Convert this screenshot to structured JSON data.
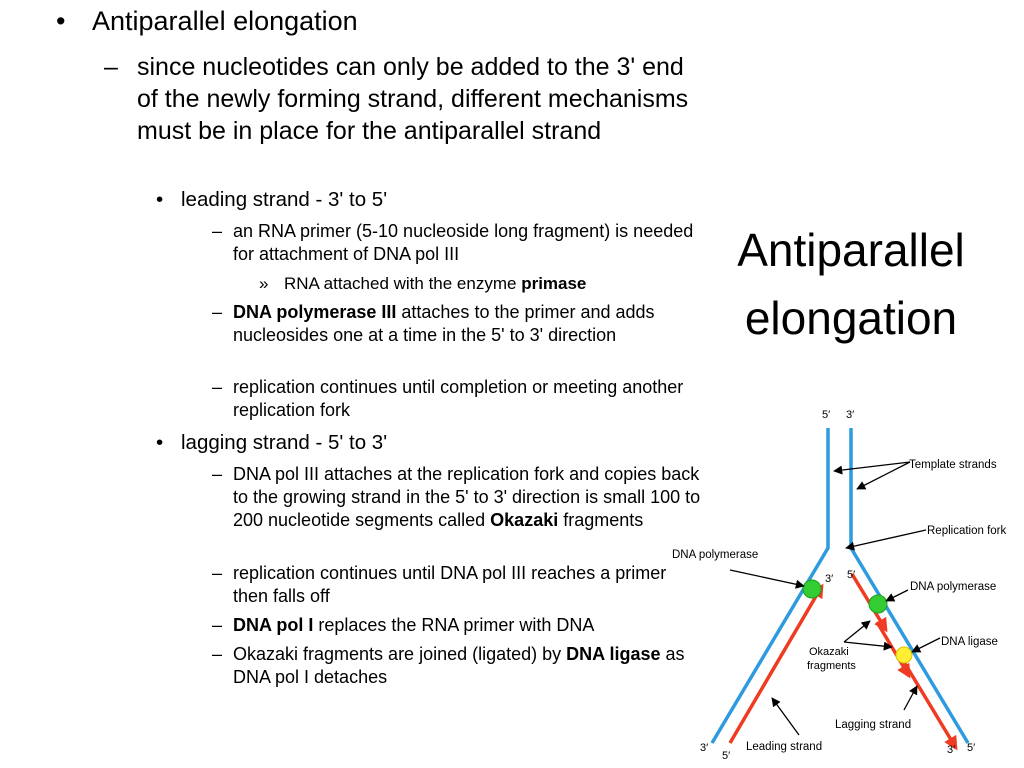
{
  "slide": {
    "title": "Antiparallel elongation",
    "bullets": {
      "b1": "Antiparallel elongation",
      "b2": "since nucleotides can only be added to the 3' end of the newly forming strand, different mechanisms must be in place for the antiparallel strand",
      "b3": "leading strand - 3' to 5'",
      "b4": "an RNA primer (5-10 nucleoside long fragment) is needed for attachment of DNA pol III",
      "b5_pre": "RNA attached with the enzyme ",
      "b5_bold": "primase",
      "b6_bold": "DNA polymerase III",
      "b6_post": " attaches to the primer and adds nucleosides one at a time in the 5' to 3' direction",
      "b7": "replication continues until completion or meeting another replication fork",
      "b8": "lagging strand - 5' to 3'",
      "b9_pre": "DNA pol III attaches at the replication fork and copies back to the growing strand in the 5' to 3' direction is small 100 to 200 nucleotide segments called ",
      "b9_bold": "Okazaki",
      "b9_post": " fragments",
      "b10": "replication continues until DNA pol III reaches a primer then falls off",
      "b11_bold": "DNA pol I",
      "b11_post": " replaces the RNA primer with DNA",
      "b12_pre": "Okazaki fragments are joined (ligated) by ",
      "b12_bold": "DNA ligase",
      "b12_post": " as DNA pol I detaches"
    },
    "markers": {
      "bullet": "•",
      "dash": "–",
      "raquo": "»"
    }
  },
  "diagram": {
    "top_left_end": "5′",
    "top_right_end": "3′",
    "label_template": "Template strands",
    "label_fork": "Replication fork",
    "label_polymerase_left": "DNA polymerase",
    "label_polymerase_right": "DNA polymerase",
    "label_ligase": "DNA ligase",
    "label_okazaki_1": "Okazaki",
    "label_okazaki_2": "fragments",
    "label_lagging": "Lagging strand",
    "label_leading": "Leading strand",
    "inner_left_end": "3′",
    "inner_right_end": "5′",
    "bottom_left_outer": "3′",
    "bottom_left_inner": "5′",
    "bottom_right_inner": "3′",
    "bottom_right_outer": "5′",
    "colors": {
      "template": "#2d9bdd",
      "new_strand": "#ee3b22",
      "polymerase": "#33cc33",
      "ligase": "#ffee33",
      "arrow": "#000000"
    }
  }
}
